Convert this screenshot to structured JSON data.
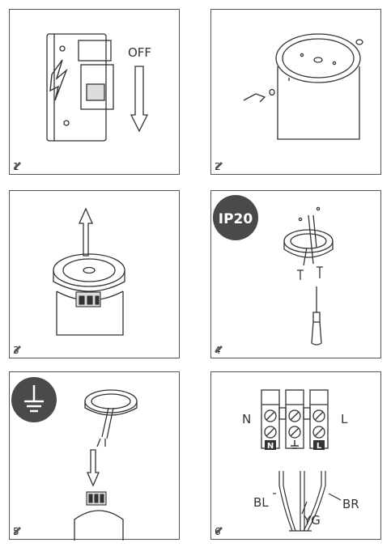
{
  "panels": [
    {
      "step": "1",
      "text": "OFF"
    },
    {
      "step": "2"
    },
    {
      "step": "3"
    },
    {
      "step": "4",
      "badge": "IP20"
    },
    {
      "step": "5"
    },
    {
      "step": "6",
      "terminal_left": "N",
      "terminal_right": "L",
      "terminal_marks": [
        "N",
        "L"
      ],
      "wires": [
        "BL",
        "YG",
        "BR"
      ]
    }
  ]
}
